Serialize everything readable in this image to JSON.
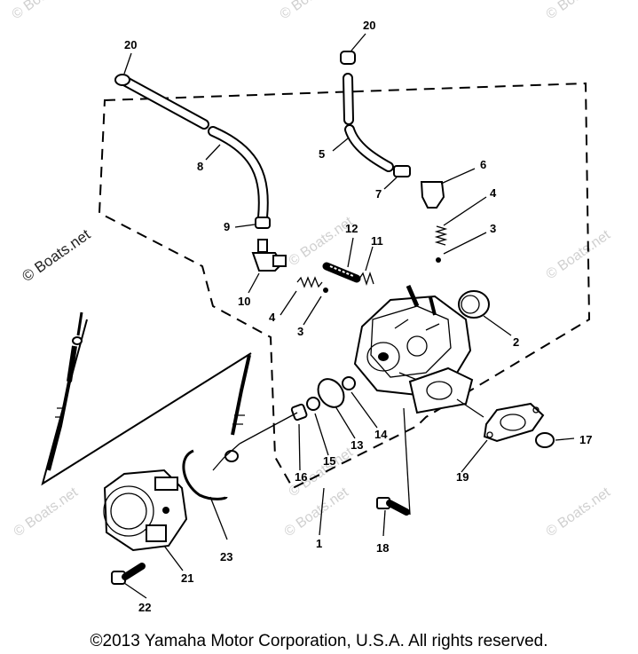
{
  "watermarks": [
    "© Boats.net",
    "© Boats.net",
    "© Boats.net",
    "© Boats.net",
    "© Boats.net",
    "© Boats.net",
    "© Boats.net",
    "© Boats.net",
    "© Boats.net"
  ],
  "side_watermark": "© Boats.net",
  "callouts": {
    "c20a": "20",
    "c20b": "20",
    "c8": "8",
    "c9": "9",
    "c10": "10",
    "c5": "5",
    "c7": "7",
    "c6": "6",
    "c4a": "4",
    "c3a": "3",
    "c12": "12",
    "c11": "11",
    "c4b": "4",
    "c3b": "3",
    "c2": "2",
    "c16": "16",
    "c15": "15",
    "c13": "13",
    "c14": "14",
    "c19": "19",
    "c17": "17",
    "c1": "1",
    "c18": "18",
    "c23": "23",
    "c21": "21",
    "c22": "22"
  },
  "copyright": "©2013 Yamaha Motor Corporation, U.S.A. All rights reserved."
}
